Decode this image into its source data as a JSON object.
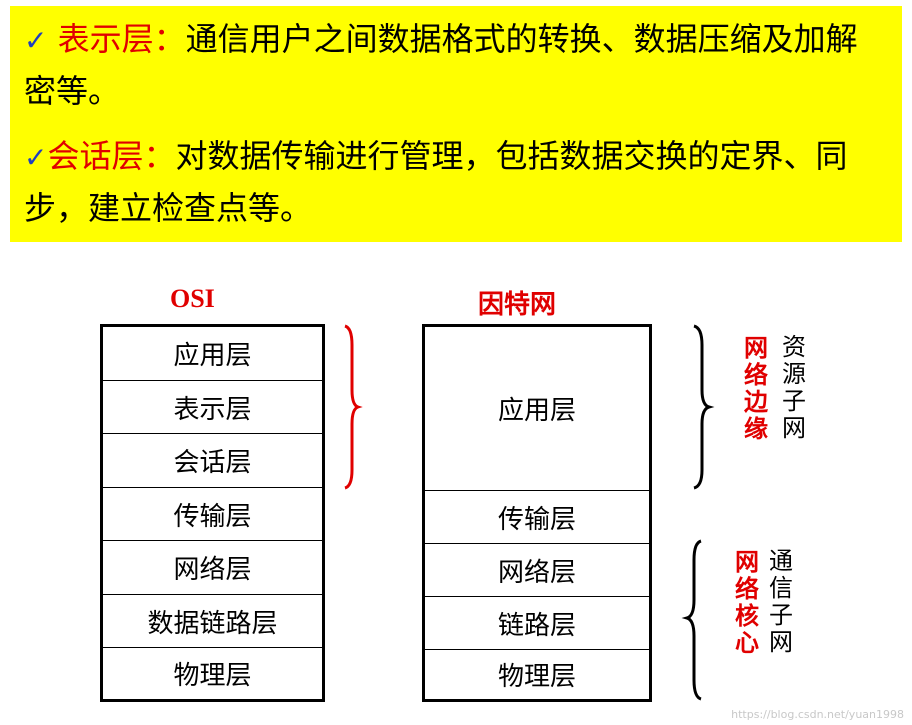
{
  "notes": [
    {
      "check": "✓",
      "term": " 表示层：",
      "text": "通信用户之间数据格式的转换、数据压缩及加解密等。"
    },
    {
      "check": "✓",
      "term": "会话层：",
      "text": "对数据传输进行管理，包括数据交换的定界、同步，建立检查点等。"
    }
  ],
  "osi": {
    "title": "OSI",
    "layers": [
      "应用层",
      "表示层",
      "会话层",
      "传输层",
      "网络层",
      "数据链路层",
      "物理层"
    ]
  },
  "internet": {
    "title": "因特网",
    "layers": [
      "应用层",
      "传输层",
      "网络层",
      "链路层",
      "物理层"
    ]
  },
  "groups": {
    "edge_label": "网络边缘",
    "edge_sub": "资源子网",
    "core_label": "网络核心",
    "core_sub": "通信子网"
  },
  "watermark": "https://blog.csdn.net/yuan1998",
  "colors": {
    "highlight": "#ffff00",
    "accent": "#e00000",
    "check": "#1f3fbf"
  }
}
